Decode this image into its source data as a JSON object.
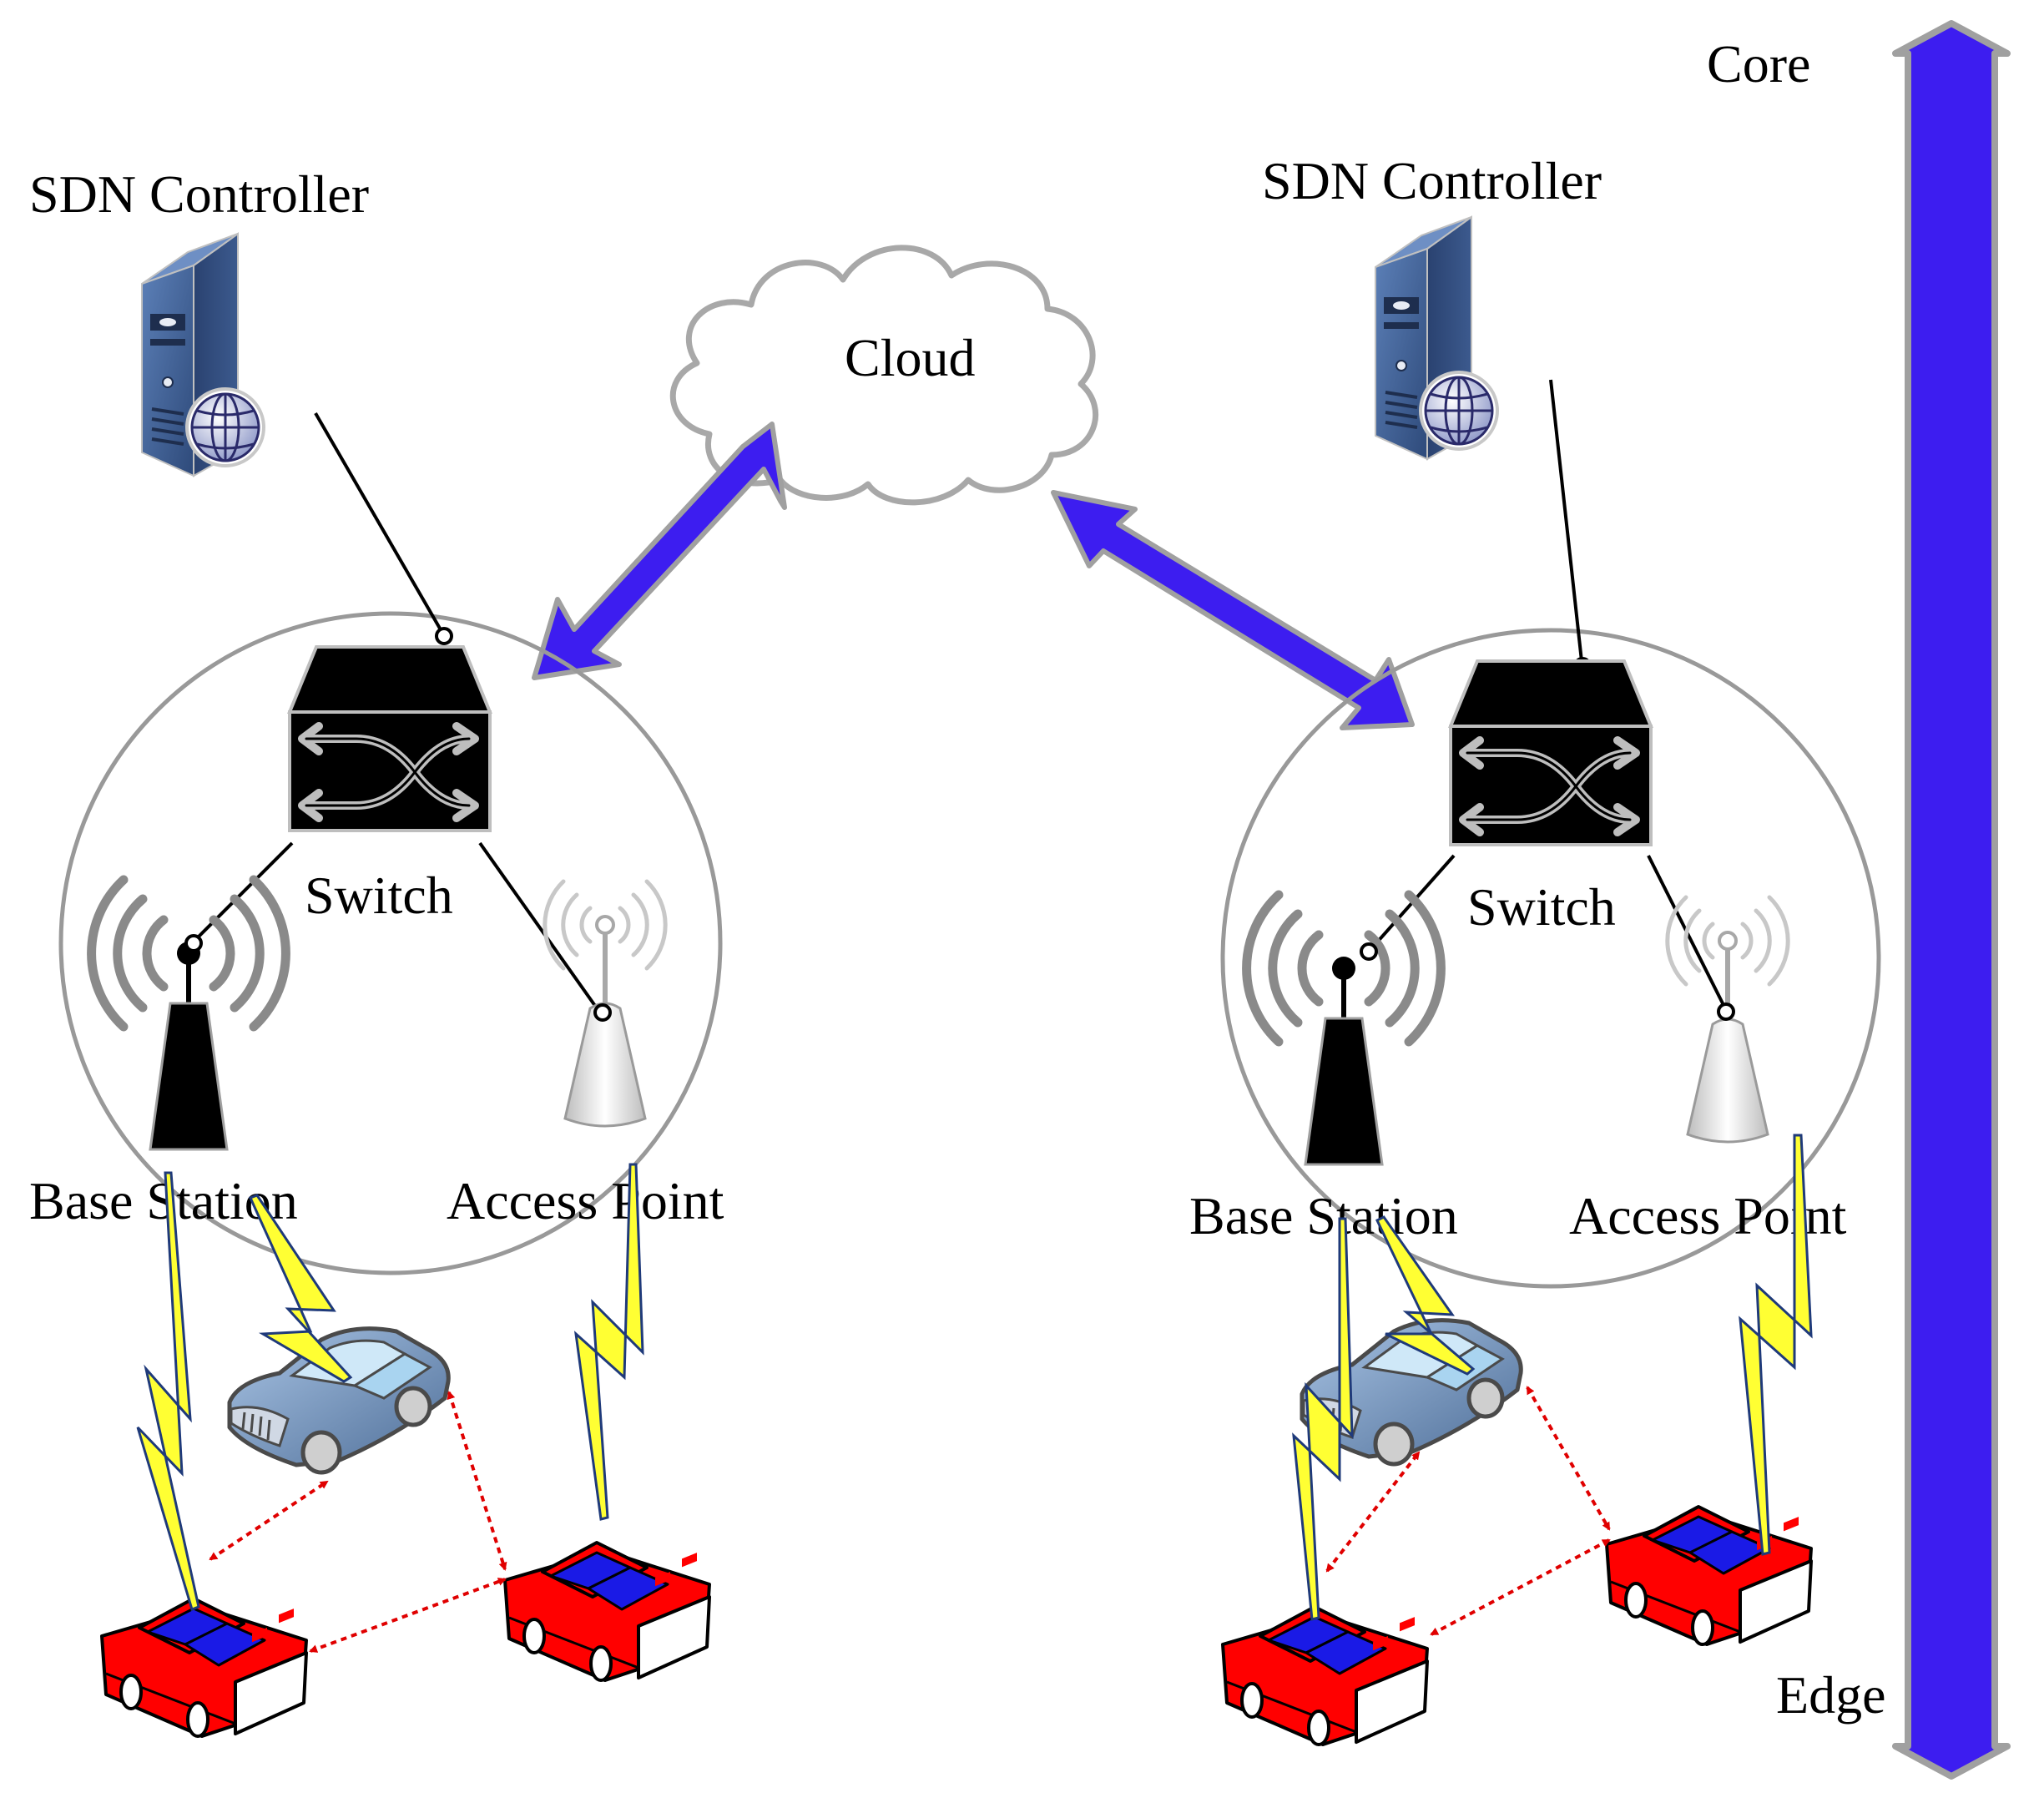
{
  "labels": {
    "core": "Core",
    "edge": "Edge",
    "cloud": "Cloud",
    "sdn_controller": "SDN Controller",
    "switch": "Switch",
    "base_station": "Base Station",
    "access_point": "Access Point"
  },
  "colors": {
    "arrow_fill": "#3D1DF0",
    "arrow_outline": "#A0A0A0",
    "car_red": "#FF0000",
    "car_window": "#1A1AE6",
    "car_gray_blue": "#7A9BC4",
    "lightning": "#FFFF33",
    "v2v_link": "#E00000",
    "server_blue": "#3E5F95",
    "switch_black": "#000000",
    "domain_circle": "#999999"
  }
}
